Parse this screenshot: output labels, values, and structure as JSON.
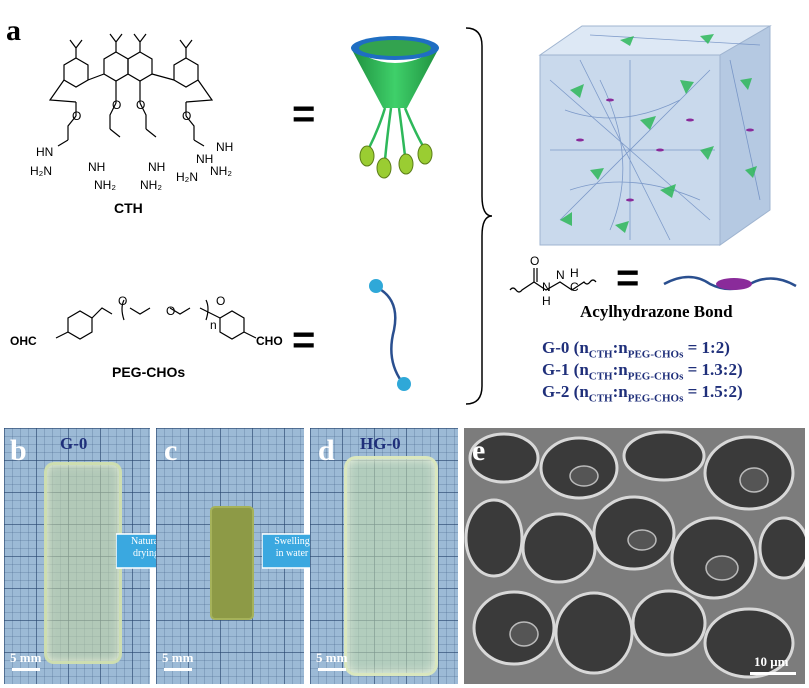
{
  "panels": {
    "a": "a",
    "b": "b",
    "c": "c",
    "d": "d",
    "e": "e"
  },
  "cth": {
    "name": "CTH",
    "groups": [
      "HN",
      "H₂N",
      "O",
      "O",
      "O",
      "O",
      "NH",
      "NH₂",
      "NH",
      "NH₂",
      "H₂N",
      "NH",
      "NH",
      "NH₂"
    ]
  },
  "peg": {
    "name": "PEG-CHOs",
    "left_end": "OHC",
    "right_end": "CHO",
    "repeat": "n",
    "oxygen": "O"
  },
  "equals": "=",
  "bond": {
    "label": "Acylhydrazone Bond",
    "atoms": {
      "n1": "N",
      "n2": "N",
      "h1": "H",
      "h2": "H",
      "c": "C",
      "o": "O"
    }
  },
  "gels": [
    {
      "name": "G-0",
      "ratio": " = 1:2)"
    },
    {
      "name": "G-1",
      "ratio": " = 1.3:2)"
    },
    {
      "name": "G-2",
      "ratio": " = 1.5:2)"
    }
  ],
  "gel_sub": {
    "a": "CTH",
    "b": "PEG-CHOs",
    "n": "n",
    "colon": ":n",
    "open": " ("
  },
  "photos": {
    "b": {
      "title": "G-0",
      "scale": "5 mm"
    },
    "c": {
      "scale": "5 mm"
    },
    "d": {
      "title": "HG-0",
      "scale": "5 mm"
    },
    "e": {
      "scale": "10 μm"
    }
  },
  "arrows": [
    {
      "line1": "Natural",
      "line2": "drying"
    },
    {
      "line1": "Swelling",
      "line2": "in water"
    }
  ],
  "colors": {
    "funnel_green": "#2eb85a",
    "funnel_rim": "#1f6ec2",
    "bead": "#9acd32",
    "chain": "#2a4f8f",
    "bond_bead": "#8a2b9a",
    "arrow": "#3aa8e0"
  }
}
